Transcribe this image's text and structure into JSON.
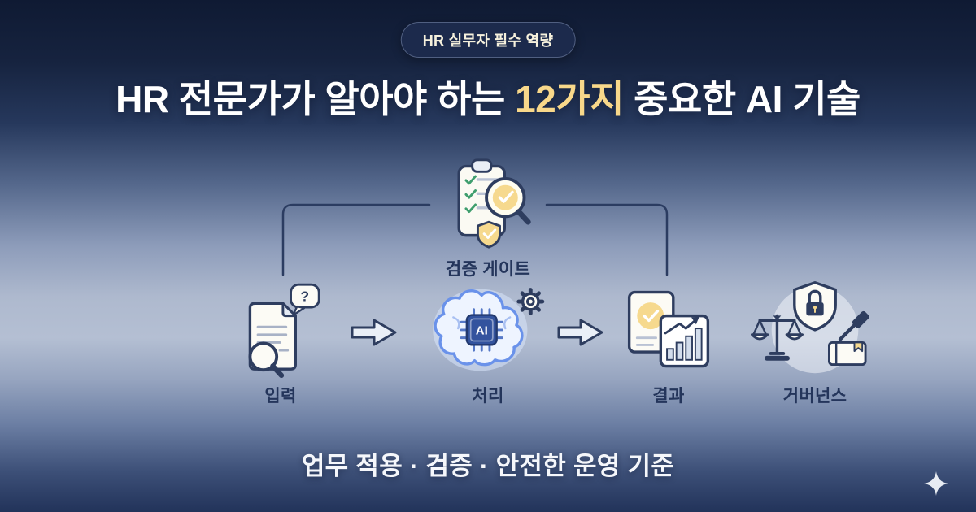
{
  "badge": {
    "label": "HR 실무자 필수 역량"
  },
  "title": {
    "prefix": "HR 전문가가 알아야 하는 ",
    "highlight": "12가지",
    "suffix": " 중요한 AI 기술"
  },
  "diagram": {
    "gate": {
      "label": "검증 게이트"
    },
    "nodes": {
      "input": {
        "label": "입력",
        "bubble_text": "?"
      },
      "process": {
        "label": "처리",
        "chip_text": "AI"
      },
      "result": {
        "label": "결과"
      },
      "governance": {
        "label": "거버넌스"
      }
    }
  },
  "footer": {
    "text": "업무 적용 · 검증 · 안전한 운영 기준"
  },
  "colors": {
    "background_top": "#16233f",
    "background_mid": "#b4bfd3",
    "background_bottom": "#22335a",
    "highlight_text": "#f8d88a",
    "label_text": "#24355b",
    "outline": "#2e3d5f",
    "accent_yellow": "#f6d98e",
    "accent_green": "#3f9e6e",
    "brain_blue": "#6a92ea",
    "badge_bg": "#1c2a4c"
  }
}
